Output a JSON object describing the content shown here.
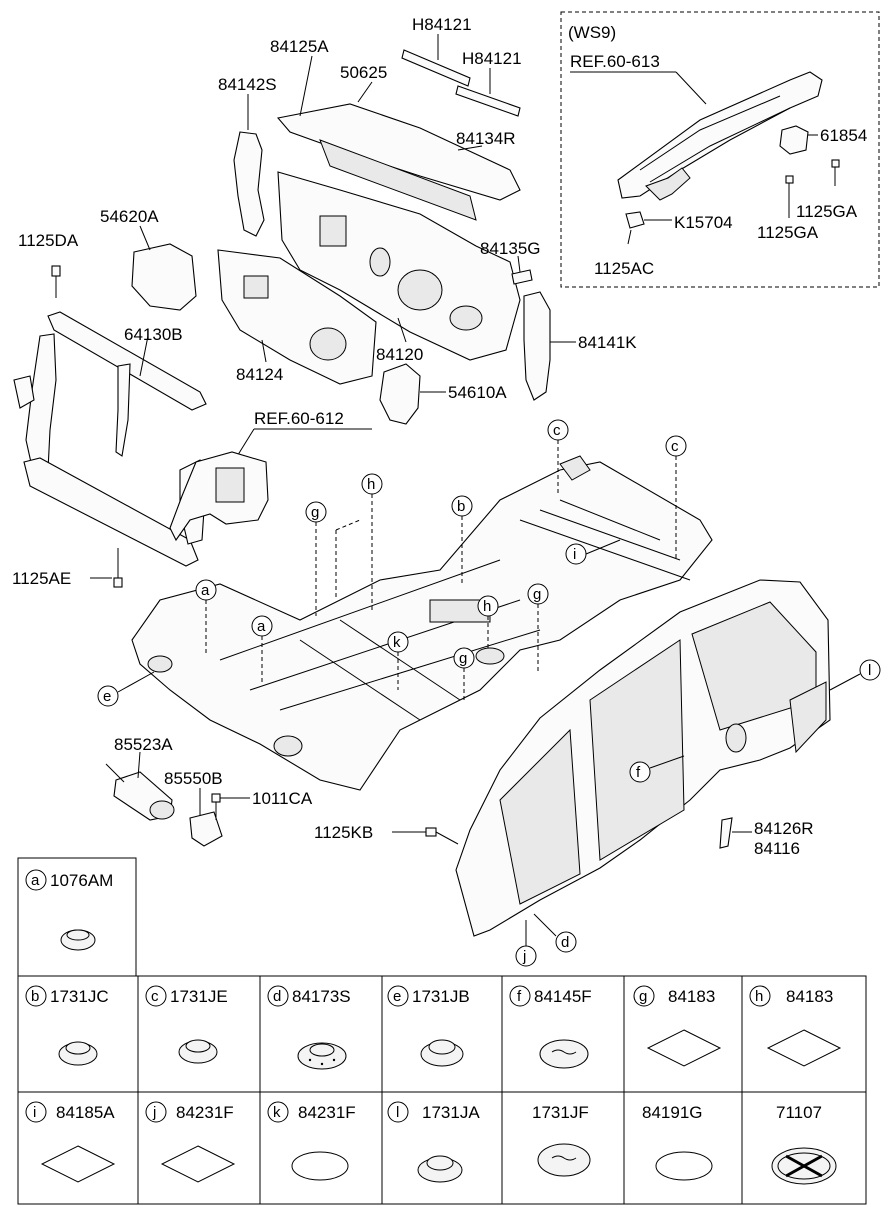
{
  "callouts": {
    "h84121_a": "H84121",
    "h84121_b": "H84121",
    "p84125A": "84125A",
    "p50625": "50625",
    "p84142S": "84142S",
    "p84134R": "84134R",
    "p54620A": "54620A",
    "p1125DA": "1125DA",
    "p84135G": "84135G",
    "p64130B": "64130B",
    "p84124": "84124",
    "p84120": "84120",
    "p84141K": "84141K",
    "p54610A": "54610A",
    "ref60612": "REF.60-612",
    "p1125AE": "1125AE",
    "p85523A": "85523A",
    "p85550B": "85550B",
    "p1011CA": "1011CA",
    "p1125KB": "1125KB",
    "p84126R": "84126R",
    "p84116": "84116"
  },
  "ws9": {
    "title": "(WS9)",
    "ref": "REF.60-613",
    "p61854": "61854",
    "p1125GA_a": "1125GA",
    "p1125GA_b": "1125GA",
    "pK15704": "K15704",
    "p1125AC": "1125AC"
  },
  "letters": {
    "a1": "a",
    "a2": "a",
    "b": "b",
    "c1": "c",
    "c2": "c",
    "d": "d",
    "e": "e",
    "f": "f",
    "g1": "g",
    "g2": "g",
    "g3": "g",
    "h1": "h",
    "h2": "h",
    "i": "i",
    "j": "j",
    "k": "k",
    "l": "l"
  },
  "legend": {
    "row1": [
      {
        "letter": "a",
        "part": "1076AM"
      }
    ],
    "row2": [
      {
        "letter": "b",
        "part": "1731JC"
      },
      {
        "letter": "c",
        "part": "1731JE"
      },
      {
        "letter": "d",
        "part": "84173S"
      },
      {
        "letter": "e",
        "part": "1731JB"
      },
      {
        "letter": "f",
        "part": "84145F"
      },
      {
        "letter": "g",
        "part": "84183"
      },
      {
        "letter": "h",
        "part": "84183"
      }
    ],
    "row3": [
      {
        "letter": "i",
        "part": "84185A"
      },
      {
        "letter": "j",
        "part": "84231F"
      },
      {
        "letter": "k",
        "part": "84231F"
      },
      {
        "letter": "l",
        "part": "1731JA"
      },
      {
        "letter": "",
        "part": "1731JF"
      },
      {
        "letter": "",
        "part": "84191G"
      },
      {
        "letter": "",
        "part": "71107"
      }
    ]
  }
}
